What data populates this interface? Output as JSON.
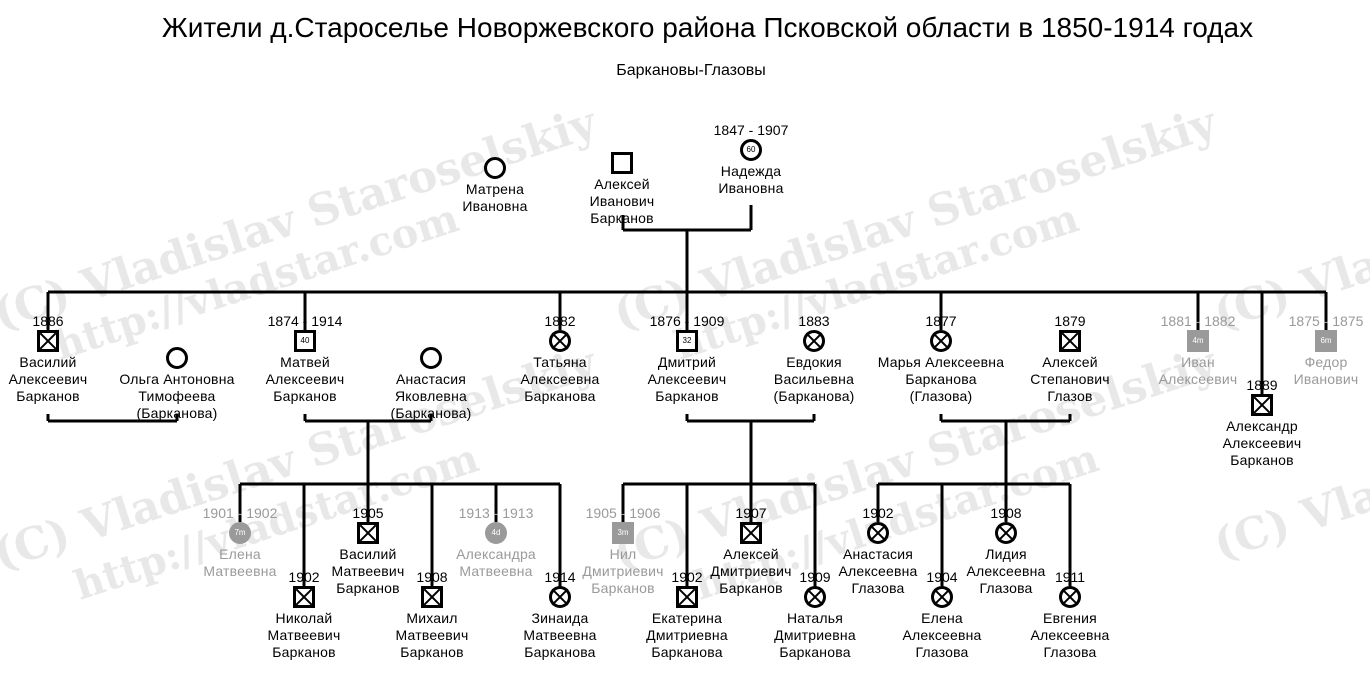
{
  "header": {
    "title": "Жители д.Староселье Новоржевского района Псковской области в 1850-1914 годах",
    "subtitle": "Баркановы-Глазовы"
  },
  "watermark": {
    "text1": "(C) Vladislav Staroselskiy",
    "text2": "http://vladstar.com"
  },
  "colors": {
    "line": "#000000",
    "deceased_grey": "#9a9a9a",
    "watermark": "#e8e8e8"
  },
  "people": [
    {
      "id": "matrena",
      "sex": "female",
      "mark": "none",
      "years": "",
      "age": "",
      "name": "Матрена\nИвановна",
      "grey": false
    },
    {
      "id": "aleksei",
      "sex": "male",
      "mark": "none",
      "years": "",
      "age": "",
      "name": "Алексей\nИванович\nБарканов",
      "grey": false
    },
    {
      "id": "nadezhda",
      "sex": "female",
      "mark": "age",
      "years": "1847 - 1907",
      "age": "60",
      "name": "Надежда\nИвановна",
      "grey": false
    },
    {
      "id": "vasilii_a",
      "sex": "male",
      "mark": "x",
      "years": "1886",
      "age": "",
      "name": "Василий\nАлексеевич\nБарканов",
      "grey": false
    },
    {
      "id": "olga",
      "sex": "female",
      "mark": "none",
      "years": "",
      "age": "",
      "name": "Ольга Антоновна\nТимофеева\n(Барканова)",
      "grey": false
    },
    {
      "id": "matvei",
      "sex": "male",
      "mark": "age",
      "years": "1874 - 1914",
      "age": "40",
      "name": "Матвей\nАлексеевич\nБарканов",
      "grey": false
    },
    {
      "id": "anastasia_y",
      "sex": "female",
      "mark": "none",
      "years": "",
      "age": "",
      "name": "Анастасия\nЯковлевна\n(Барканова)",
      "grey": false
    },
    {
      "id": "tatiana",
      "sex": "female",
      "mark": "x",
      "years": "1882",
      "age": "",
      "name": "Татьяна\nАлексеевна\nБарканова",
      "grey": false
    },
    {
      "id": "dmitrii",
      "sex": "male",
      "mark": "age",
      "years": "1876 - 1909",
      "age": "32",
      "name": "Дмитрий\nАлексеевич\nБарканов",
      "grey": false
    },
    {
      "id": "evdokia",
      "sex": "female",
      "mark": "x",
      "years": "1883",
      "age": "",
      "name": "Евдокия\nВасильевна\n(Барканова)",
      "grey": false
    },
    {
      "id": "marya",
      "sex": "female",
      "mark": "x",
      "years": "1877",
      "age": "",
      "name": "Марья Алексеевна\nБарканова\n(Глазова)",
      "grey": false
    },
    {
      "id": "aleksei_s",
      "sex": "male",
      "mark": "x",
      "years": "1879",
      "age": "",
      "name": "Алексей\nСтепанович\nГлазов",
      "grey": false
    },
    {
      "id": "ivan",
      "sex": "male",
      "mark": "age",
      "years": "1881 - 1882",
      "age": "4m",
      "name": "Иван\nАлексеевич",
      "grey": true
    },
    {
      "id": "aleksandr",
      "sex": "male",
      "mark": "x",
      "years": "1889",
      "age": "",
      "name": "Александр\nАлексеевич\nБарканов",
      "grey": false
    },
    {
      "id": "fedor",
      "sex": "male",
      "mark": "age",
      "years": "1875 - 1875",
      "age": "6m",
      "name": "Федор\nИванович",
      "grey": true
    },
    {
      "id": "elena_m",
      "sex": "female",
      "mark": "age",
      "years": "1901 - 1902",
      "age": "7m",
      "name": "Елена\nМатвеевна",
      "grey": true
    },
    {
      "id": "nikolai",
      "sex": "male",
      "mark": "x",
      "years": "1902",
      "age": "",
      "name": "Николай\nМатвеевич\nБарканов",
      "grey": false
    },
    {
      "id": "vasilii_m",
      "sex": "male",
      "mark": "x",
      "years": "1905",
      "age": "",
      "name": "Василий\nМатвеевич\nБарканов",
      "grey": false
    },
    {
      "id": "mikhail",
      "sex": "male",
      "mark": "x",
      "years": "1908",
      "age": "",
      "name": "Михаил\nМатвеевич\nБарканов",
      "grey": false
    },
    {
      "id": "aleksandra",
      "sex": "female",
      "mark": "age",
      "years": "1913 - 1913",
      "age": "4d",
      "name": "Александра\nМатвеевна",
      "grey": true
    },
    {
      "id": "zinaida",
      "sex": "female",
      "mark": "x",
      "years": "1914",
      "age": "",
      "name": "Зинаида\nМатвеевна\nБарканова",
      "grey": false
    },
    {
      "id": "nil",
      "sex": "male",
      "mark": "age",
      "years": "1905 - 1906",
      "age": "3m",
      "name": "Нил\nДмитриевич\nБарканов",
      "grey": true
    },
    {
      "id": "ekaterina",
      "sex": "male",
      "mark": "x",
      "years": "1902",
      "age": "",
      "name": "Екатерина\nДмитриевна\nБарканова",
      "grey": false
    },
    {
      "id": "aleksei_d",
      "sex": "male",
      "mark": "x",
      "years": "1907",
      "age": "",
      "name": "Алексей\nДмитриевич\nБарканов",
      "grey": false
    },
    {
      "id": "natalia",
      "sex": "female",
      "mark": "x",
      "years": "1909",
      "age": "",
      "name": "Наталья\nДмитриевна\nБарканова",
      "grey": false
    },
    {
      "id": "anastasia_a",
      "sex": "female",
      "mark": "x",
      "years": "1902",
      "age": "",
      "name": "Анастасия\nАлексеевна\nГлазова",
      "grey": false
    },
    {
      "id": "elena_a",
      "sex": "female",
      "mark": "x",
      "years": "1904",
      "age": "",
      "name": "Елена\nАлексеевна\nГлазова",
      "grey": false
    },
    {
      "id": "lidia",
      "sex": "female",
      "mark": "x",
      "years": "1908",
      "age": "",
      "name": "Лидия\nАлексеевна\nГлазова",
      "grey": false
    },
    {
      "id": "evgenia",
      "sex": "female",
      "mark": "x",
      "years": "1911",
      "age": "",
      "name": "Евгения\nАлексеевна\nГлазова",
      "grey": false
    }
  ]
}
